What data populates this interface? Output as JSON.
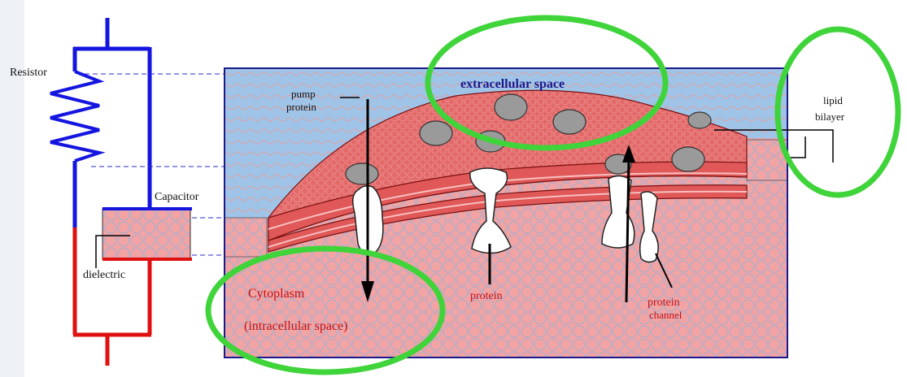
{
  "circuit": {
    "resistor_label": "Resistor",
    "capacitor_label": "Capacitor",
    "dielectric_label": "dielectric"
  },
  "membrane": {
    "extracellular_label": "extracellular space",
    "pump_label_line1": "pump",
    "pump_label_line2": "protein",
    "lipid_label_line1": "lipid",
    "lipid_label_line2": "bilayer",
    "cytoplasm_label_line1": "Cytoplasm",
    "cytoplasm_label_line2": "(intracellular  space)",
    "protein_label": "protein",
    "channel_label_line1": "protein",
    "channel_label_line2": "channel"
  },
  "colors": {
    "extracellular_fill": "#9fc4e8",
    "cytoplasm_fill": "#f2a3a3",
    "membrane_fill": "#e05858",
    "highlight_ring": "#3fd43a",
    "circuit_blue": "#1515e0",
    "circuit_red": "#e01010",
    "cyto_text": "#c81010",
    "extra_text": "#1a1a8c"
  }
}
